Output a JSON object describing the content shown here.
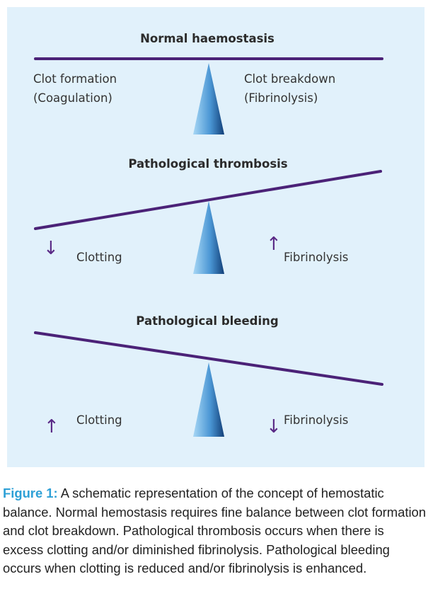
{
  "diagram": {
    "sections": [
      {
        "heading": "Normal haemostasis",
        "left_label_line1": "Clot formation",
        "left_label_line2": "(Coagulation)",
        "right_label_line1": "Clot breakdown",
        "right_label_line2": "(Fibrinolysis)"
      },
      {
        "heading": "Pathological thrombosis",
        "left_arrow": "↓",
        "left_label": "Clotting",
        "right_arrow": "↑",
        "right_label": "Fibrinolysis"
      },
      {
        "heading": "Pathological bleeding",
        "left_arrow": "↑",
        "left_label": "Clotting",
        "right_arrow": "↓",
        "right_label": "Fibrinolysis"
      }
    ],
    "colors": {
      "background": "#e1f1fb",
      "beam": "#4b2277",
      "fulcrum_light": "#8cc8ee",
      "fulcrum_dark": "#1a5a9a",
      "arrow": "#5a2a86"
    }
  },
  "caption": {
    "label": "Figure 1:",
    "text": " A schematic representation of the concept of hemostatic balance. Normal hemostasis requires fine balance between clot formation and clot breakdown. Pathological thrombosis occurs when there is excess clotting and/or diminished fibrinolysis. Pathological bleeding occurs when clotting is reduced and/or fibrinolysis is enhanced."
  }
}
